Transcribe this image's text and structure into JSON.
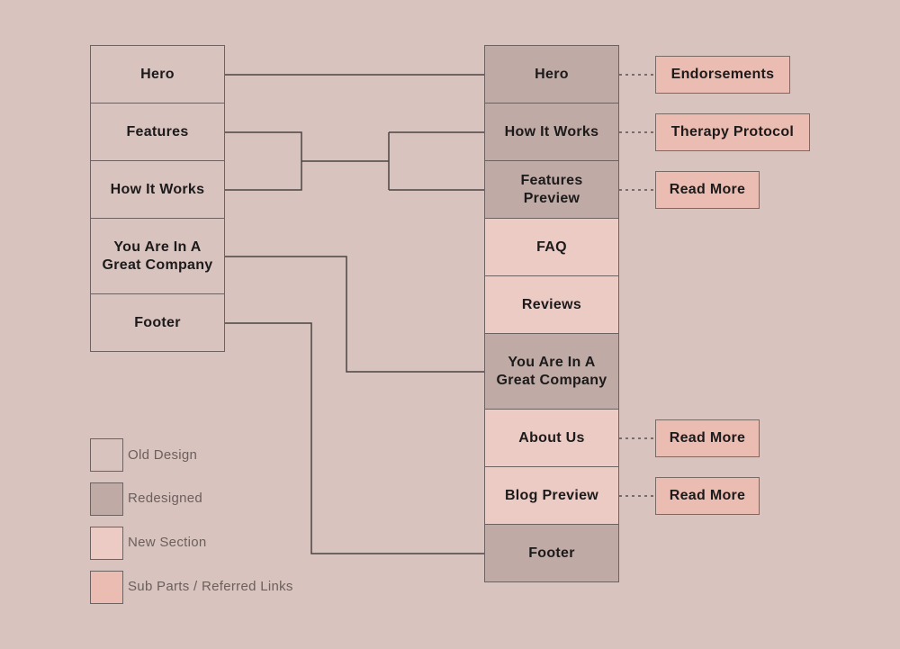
{
  "colors": {
    "background": "#d8c3bf",
    "old_design": "#d8c3bf",
    "redesigned": "#bfaaa5",
    "new_section": "#eccbc5",
    "sub_parts": "#ebbcb1",
    "line": "#4a4443"
  },
  "old_sections": [
    "Hero",
    "Features",
    "How It Works",
    "You Are In A\nGreat Company",
    "Footer"
  ],
  "new_sections": [
    {
      "label": "Hero",
      "kind": "redesigned"
    },
    {
      "label": "How It Works",
      "kind": "redesigned"
    },
    {
      "label": "Features\nPreview",
      "kind": "redesigned"
    },
    {
      "label": "FAQ",
      "kind": "new"
    },
    {
      "label": "Reviews",
      "kind": "new"
    },
    {
      "label": "You Are In A\nGreat Company",
      "kind": "redesigned"
    },
    {
      "label": "About Us",
      "kind": "new"
    },
    {
      "label": "Blog Preview",
      "kind": "new"
    },
    {
      "label": "Footer",
      "kind": "redesigned"
    }
  ],
  "sub_parts": [
    "Endorsements",
    "Therapy Protocol",
    "Read More",
    "Read More",
    "Read More"
  ],
  "legend": [
    "Old Design",
    "Redesigned",
    "New Section",
    "Sub Parts / Referred Links"
  ]
}
